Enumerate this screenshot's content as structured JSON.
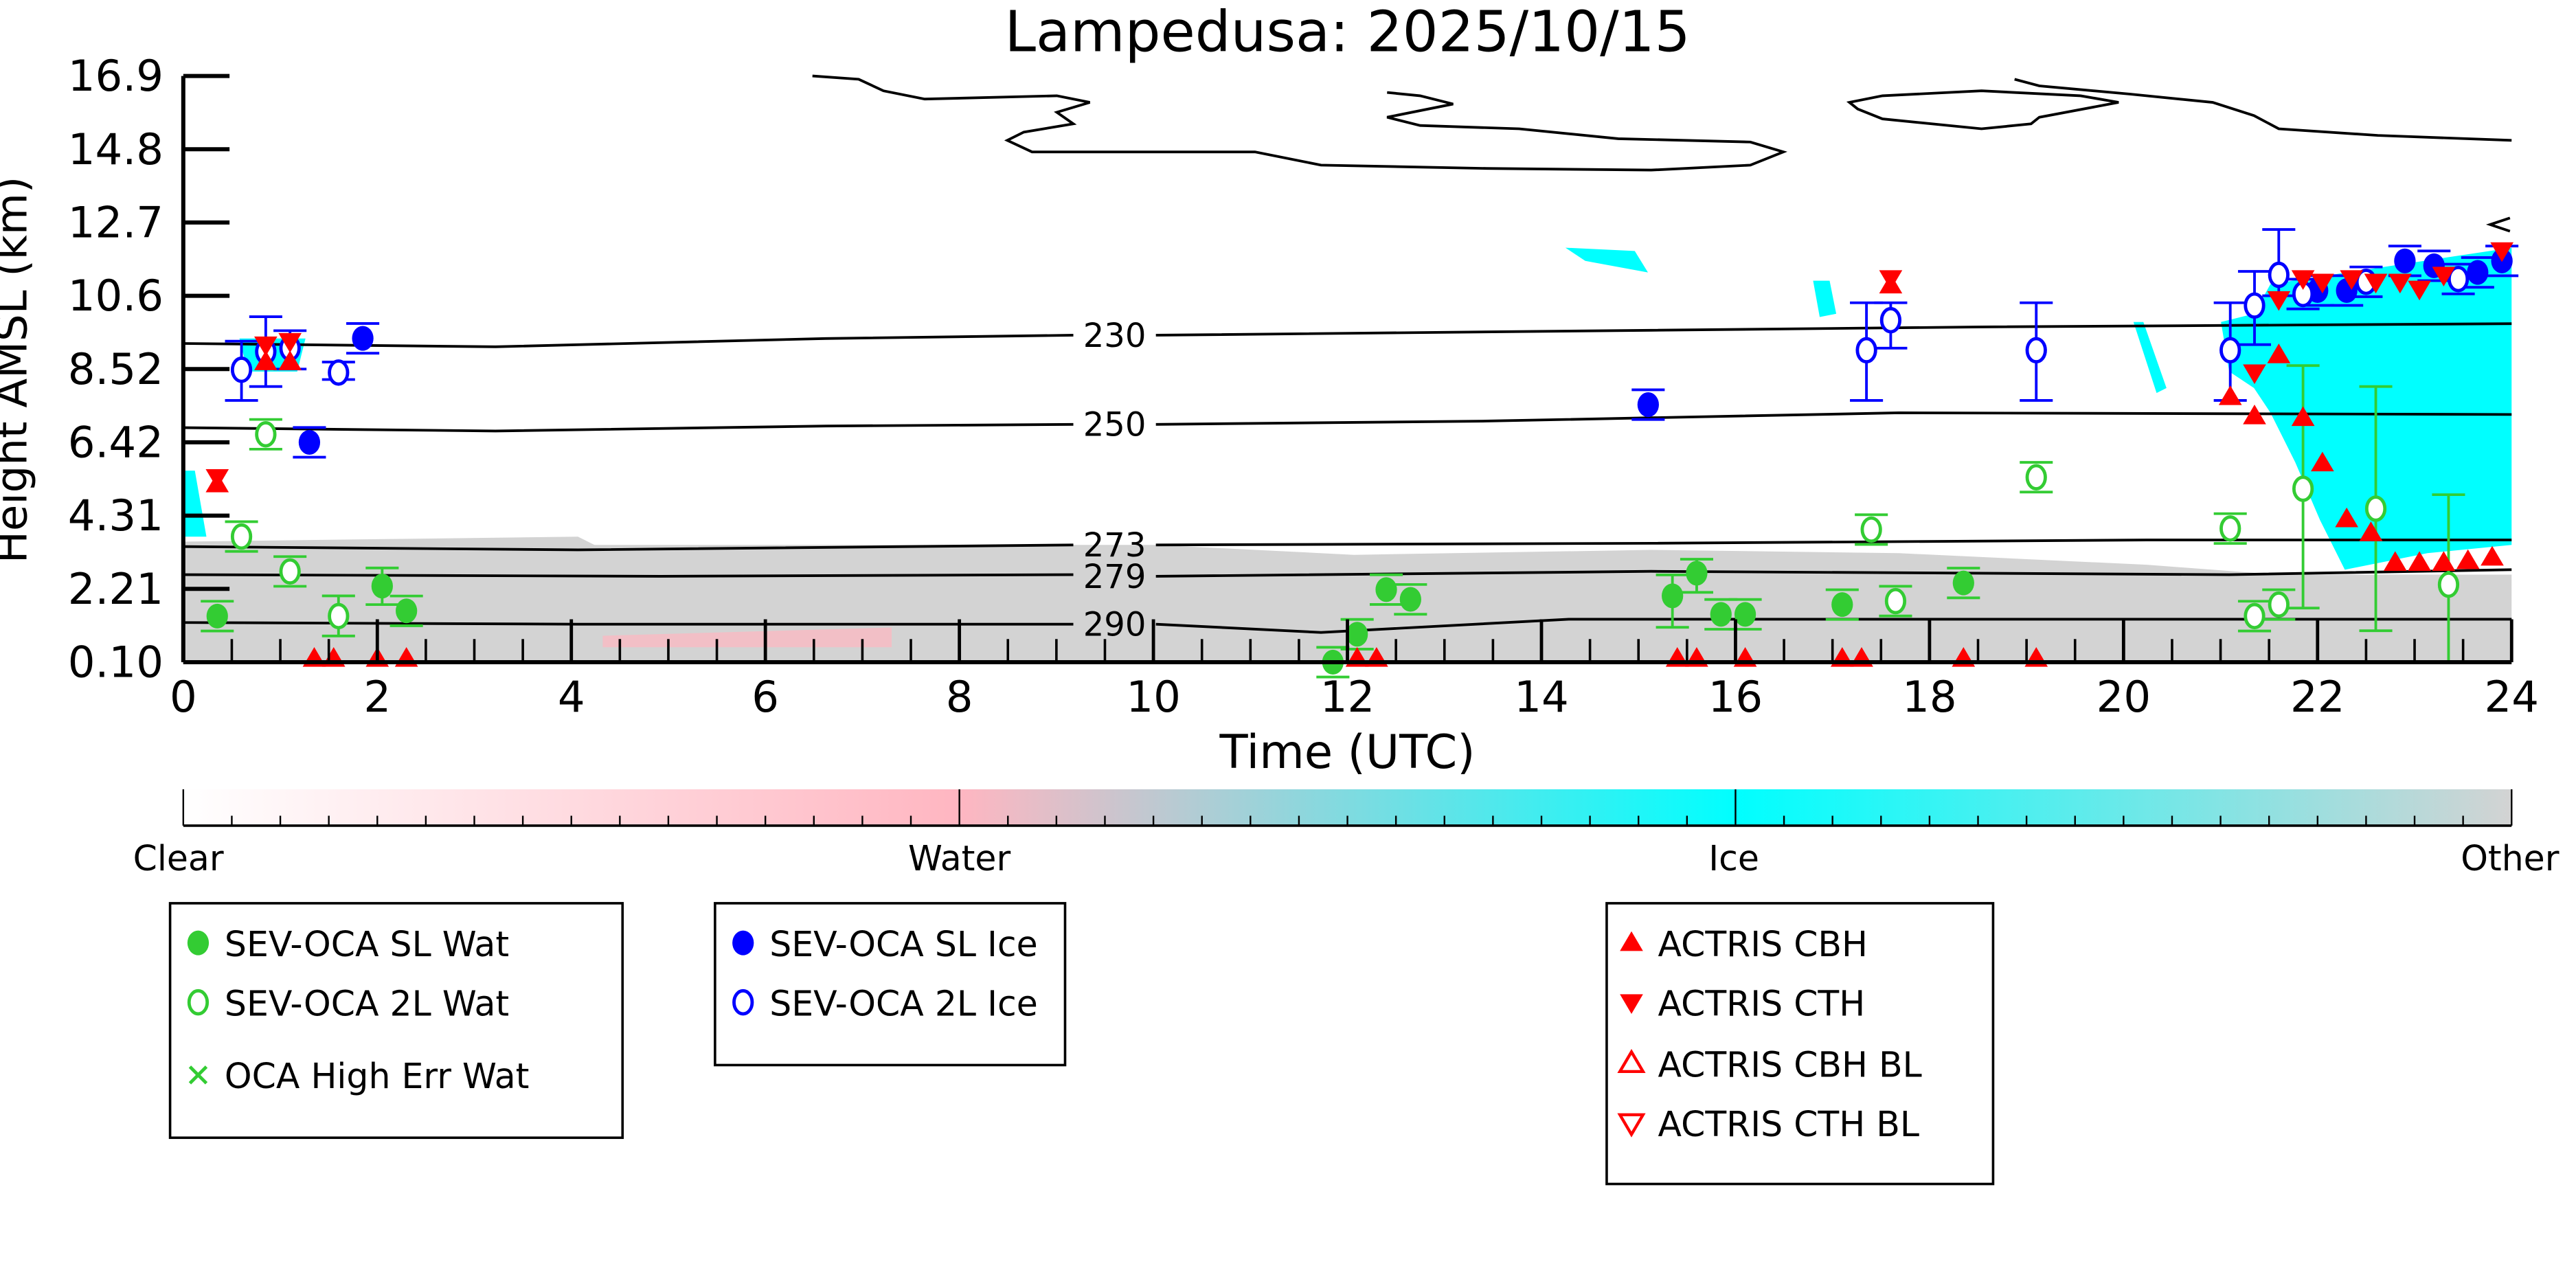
{
  "chart_data": {
    "type": "scatter",
    "title": "Lampedusa: 2025/10/15",
    "xlabel": "Time (UTC)",
    "ylabel": "Height AMSL (km)",
    "xlim": [
      0,
      24
    ],
    "ylim": [
      0.1,
      16.9
    ],
    "xticks": [
      "0",
      "2",
      "4",
      "6",
      "8",
      "10",
      "12",
      "14",
      "16",
      "18",
      "20",
      "22",
      "24"
    ],
    "yticks": [
      "0.10",
      "2.21",
      "4.31",
      "6.42",
      "8.52",
      "10.6",
      "12.7",
      "14.8",
      "16.9"
    ],
    "contour_labels": [
      "230",
      "250",
      "273",
      "279",
      "290"
    ],
    "colorbar": {
      "labels": [
        "Clear",
        "Water",
        "Ice",
        "Other"
      ],
      "colors": [
        "#ffffff",
        "#ffb6c1",
        "#00ffff",
        "#d3d3d3"
      ]
    },
    "series": [
      {
        "name": "SEV-OCA SL Wat",
        "marker": "filled-circle",
        "color": "#33cc33",
        "points": [
          [
            0.35,
            1.42
          ],
          [
            2.05,
            2.28,
            1.75,
            2.8
          ],
          [
            2.3,
            1.57
          ],
          [
            11.85,
            0.1
          ],
          [
            12.1,
            0.9
          ],
          [
            12.4,
            2.18
          ],
          [
            12.65,
            1.9
          ],
          [
            15.35,
            2.0,
            1.1,
            2.6
          ],
          [
            15.6,
            2.65,
            2.1,
            3.05
          ],
          [
            15.85,
            1.47
          ],
          [
            16.1,
            1.47
          ],
          [
            17.1,
            1.75
          ],
          [
            18.35,
            2.37
          ]
        ]
      },
      {
        "name": "SEV-OCA 2L Wat",
        "marker": "open-circle",
        "color": "#33cc33",
        "points": [
          [
            0.6,
            3.7
          ],
          [
            0.85,
            6.63
          ],
          [
            1.1,
            2.7
          ],
          [
            1.6,
            1.42,
            0.85,
            2.0
          ],
          [
            17.4,
            3.9
          ],
          [
            17.65,
            1.85
          ],
          [
            19.1,
            5.4
          ],
          [
            21.1,
            3.93
          ],
          [
            21.35,
            1.42
          ],
          [
            21.6,
            1.75
          ],
          [
            21.85,
            5.07,
            1.65,
            8.6
          ],
          [
            22.6,
            4.5,
            1.0,
            8.0
          ],
          [
            23.35,
            2.32,
            0.1,
            4.9
          ]
        ]
      },
      {
        "name": "OCA High Err Wat",
        "marker": "x",
        "color": "#33cc33",
        "points": []
      },
      {
        "name": "SEV-OCA SL Ice",
        "marker": "filled-circle",
        "color": "#0000ff",
        "points": [
          [
            1.3,
            6.4
          ],
          [
            1.85,
            9.38
          ],
          [
            15.1,
            7.48
          ],
          [
            22.0,
            10.75
          ],
          [
            22.3,
            10.75
          ],
          [
            22.9,
            11.6
          ],
          [
            23.2,
            11.46
          ],
          [
            23.65,
            11.27
          ],
          [
            23.9,
            11.6
          ]
        ]
      },
      {
        "name": "SEV-OCA 2L Ice",
        "marker": "open-circle",
        "color": "#0000ff",
        "points": [
          [
            0.6,
            8.48,
            7.6,
            9.3
          ],
          [
            0.85,
            9.0,
            8.0,
            10.0
          ],
          [
            1.1,
            9.1,
            8.5,
            9.6
          ],
          [
            1.6,
            8.4,
            8.2,
            8.7
          ],
          [
            17.35,
            9.04,
            7.6,
            10.4
          ],
          [
            17.6,
            9.9,
            9.1,
            10.4
          ],
          [
            19.1,
            9.04,
            7.6,
            10.4
          ],
          [
            21.1,
            9.04,
            7.6,
            10.4
          ],
          [
            21.35,
            10.32,
            9.2,
            11.3
          ],
          [
            21.6,
            11.2,
            10.6,
            12.5
          ],
          [
            21.85,
            10.65
          ],
          [
            22.5,
            11.0
          ],
          [
            23.45,
            11.08
          ]
        ]
      },
      {
        "name": "ACTRIS CBH",
        "marker": "triangle-up",
        "color": "#ff0000",
        "points": [
          [
            0.35,
            5.2
          ],
          [
            0.85,
            8.7
          ],
          [
            1.1,
            8.7
          ],
          [
            1.35,
            0.2
          ],
          [
            1.55,
            0.2
          ],
          [
            2.0,
            0.2
          ],
          [
            2.3,
            0.2
          ],
          [
            12.1,
            0.2
          ],
          [
            12.3,
            0.2
          ],
          [
            15.4,
            0.2
          ],
          [
            15.6,
            0.2
          ],
          [
            16.1,
            0.2
          ],
          [
            17.1,
            0.2
          ],
          [
            17.3,
            0.2
          ],
          [
            17.6,
            10.9
          ],
          [
            18.35,
            0.2
          ],
          [
            19.1,
            0.2
          ],
          [
            21.1,
            7.7
          ],
          [
            21.35,
            7.15
          ],
          [
            21.6,
            8.9
          ],
          [
            21.85,
            7.1
          ],
          [
            22.05,
            5.8
          ],
          [
            22.3,
            4.2
          ],
          [
            22.55,
            3.8
          ],
          [
            22.8,
            2.95
          ],
          [
            23.05,
            2.95
          ],
          [
            23.3,
            2.95
          ],
          [
            23.55,
            3.0
          ],
          [
            23.8,
            3.1
          ]
        ]
      },
      {
        "name": "ACTRIS CTH",
        "marker": "triangle-down",
        "color": "#ff0000",
        "points": [
          [
            0.35,
            5.4
          ],
          [
            0.85,
            9.2
          ],
          [
            1.1,
            9.3
          ],
          [
            17.6,
            11.1
          ],
          [
            21.35,
            8.4
          ],
          [
            21.6,
            10.5
          ],
          [
            21.85,
            11.1
          ],
          [
            22.05,
            11.0
          ],
          [
            22.35,
            11.1
          ],
          [
            22.6,
            11.0
          ],
          [
            22.85,
            11.0
          ],
          [
            23.05,
            10.8
          ],
          [
            23.3,
            11.2
          ],
          [
            23.9,
            11.9
          ]
        ]
      },
      {
        "name": "ACTRIS CBH BL",
        "marker": "open-triangle-up",
        "color": "#ff0000",
        "points": []
      },
      {
        "name": "ACTRIS CTH BL",
        "marker": "open-triangle-down",
        "color": "#ff0000",
        "points": []
      }
    ]
  }
}
